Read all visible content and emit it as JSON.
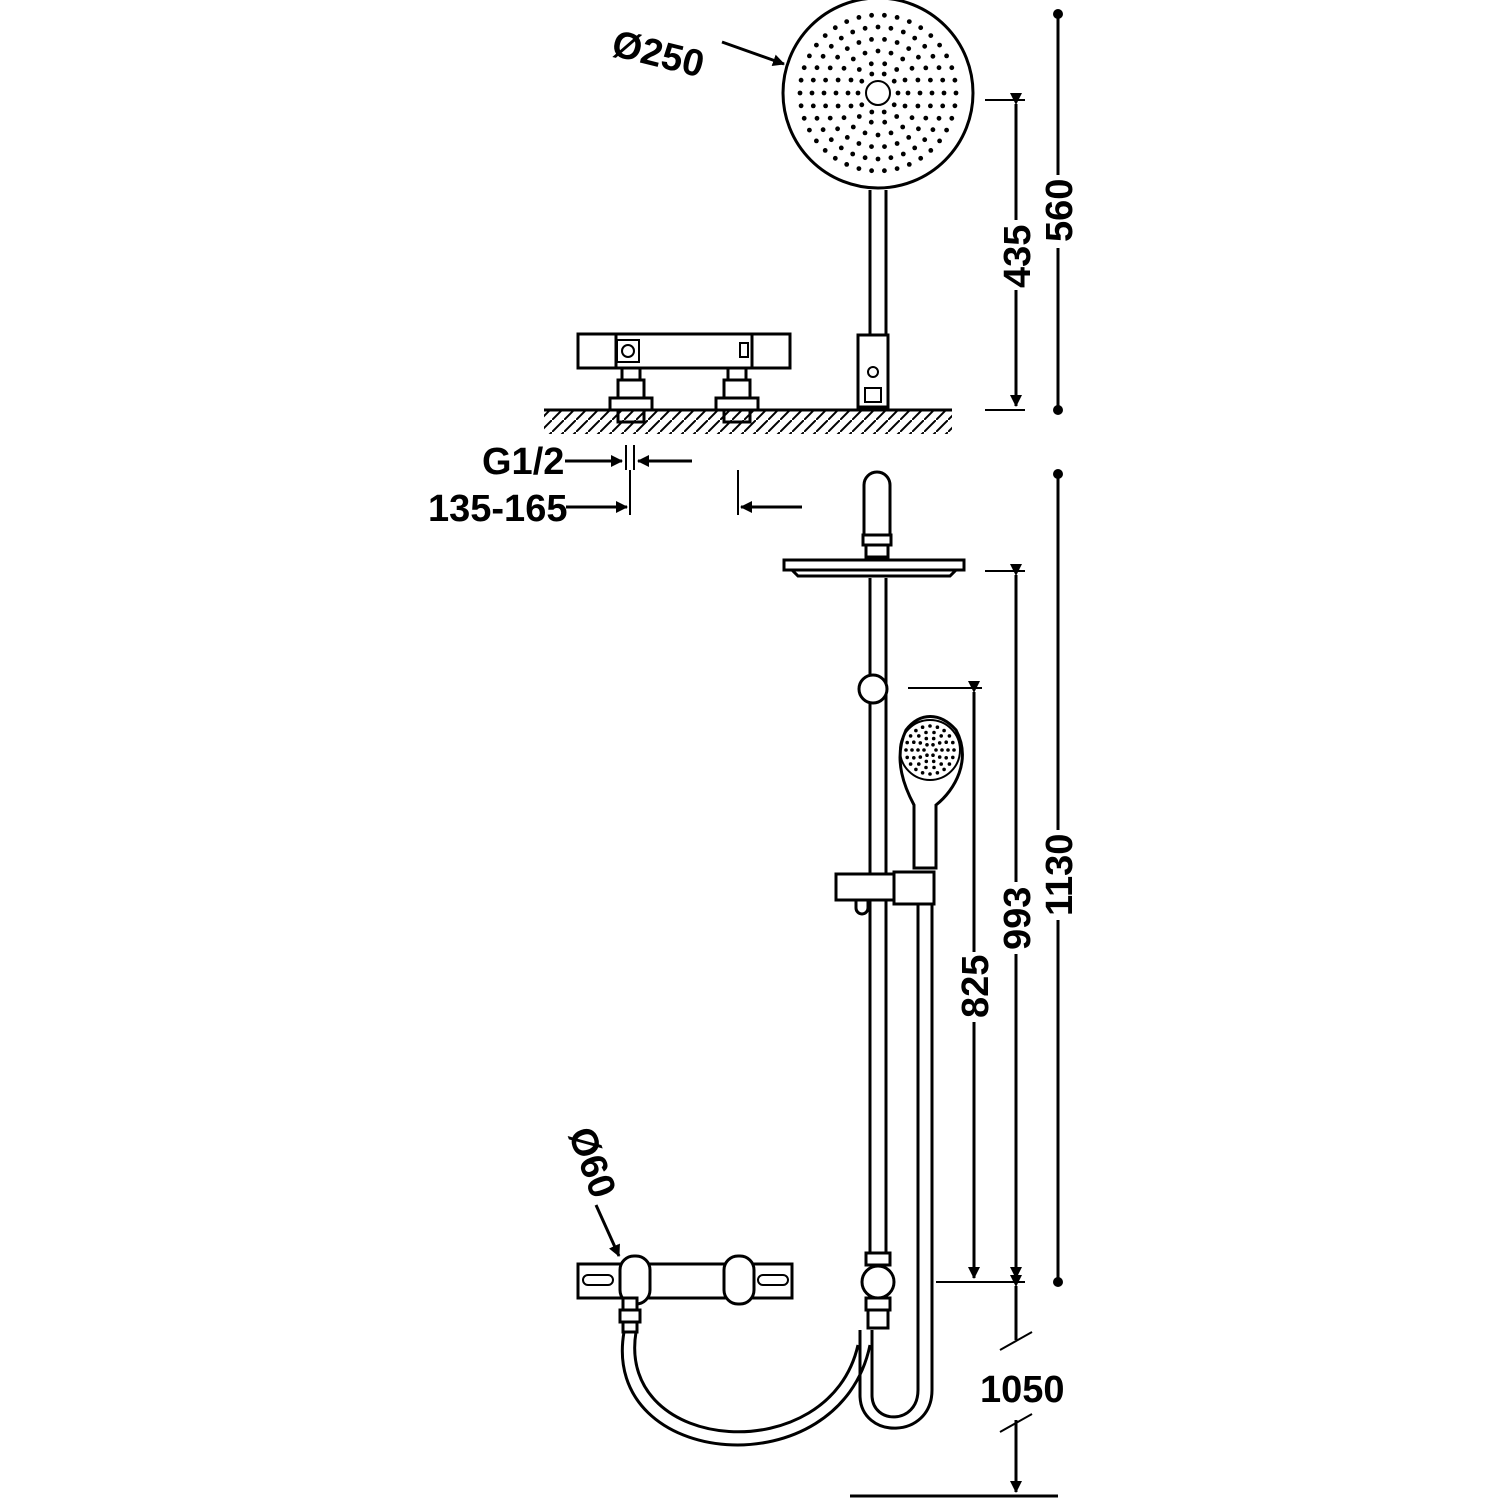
{
  "labels": {
    "head_diameter": "Ø250",
    "top_height_inner": "435",
    "top_height_outer": "560",
    "inlet_thread": "G1/2",
    "inlet_centres": "135-165",
    "mixer_diameter": "Ø60",
    "hand_height": "825",
    "rain_height": "993",
    "total_height": "1130",
    "mixer_height": "1050"
  },
  "colors": {
    "line": "#000000",
    "background": "#ffffff"
  }
}
